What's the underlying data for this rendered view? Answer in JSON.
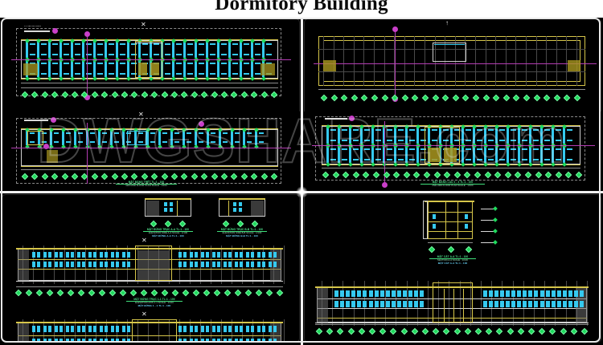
{
  "page": {
    "title": "Dormitory Building",
    "background": "#ffffff",
    "sheet_background": "#000000",
    "frame_color": "#e9e9e9"
  },
  "watermark": {
    "text": "DWGSHARE.com",
    "color": "#e1e1e1",
    "opacity": 0.3
  },
  "colors": {
    "wall_cyan": "#35c9ef",
    "highlight_yellow": "#d6c64a",
    "axis_magenta": "#b43cb4",
    "grid_grey": "#4a4a4a",
    "node_green": "#1fdb5d",
    "text_green": "#3fe07b",
    "line_white": "#d8d8d8"
  },
  "panels": [
    {
      "id": "top-left",
      "name": "upper-floor-plan",
      "drawing_type": "floor-plan",
      "caption": {
        "line1": "MẶT BẰNG LẦU 1  TL:1 - 100",
        "line2": "1ST FLOOR PLAN  SCALE : 1/100",
        "line3": "MẶT BẰNG LẦU 1    TL:1 - 100"
      },
      "label_top_left": "KÝ HIỆU MẶT BẰNG",
      "grid_bubbles": 26,
      "section_marker": "A"
    },
    {
      "id": "top-right",
      "name": "roof-plan",
      "drawing_type": "roof-plan",
      "caption": {
        "line1": "MẶT BẰNG MÁI  TL:1 - 100",
        "line2": "ROOF PLAN  SCALE : 1/100",
        "line3": "MẶT BẰNG MÁI   TL:1 - 100"
      },
      "grid_bubbles": 26,
      "section_marker": "B"
    },
    {
      "id": "mid-left",
      "name": "ground-floor-plan",
      "drawing_type": "floor-plan",
      "caption": {
        "line1": "MẶT BẰNG TRỆT  TL:1 - 100",
        "line2": "GROUND FLOOR PLAN  SCALE : 1/100",
        "line3": "MẶT BẰNG TRỆT   TL:1 - 100"
      },
      "grid_bubbles": 26
    },
    {
      "id": "mid-right",
      "name": "typical-floor-plan",
      "drawing_type": "floor-plan",
      "caption": {
        "line1": "MẶT BẰNG LẦU 2 - 3  TL:1 - 100",
        "line2": "2ND-3RD FLOOR PLAN  SCALE : 1/100",
        "line3": "MẶT BẰNG LẦU 2-3   TL:1 - 100"
      },
      "grid_bubbles": 26
    },
    {
      "id": "bottom-left",
      "name": "elevations-sheet",
      "drawing_type": "elevation",
      "details": [
        {
          "name": "side-elevation-axis-a-a",
          "caption": {
            "line1": "MẶT ĐỨNG TRỤC A-A  TL:1 - 100",
            "line2": "ELEVATION SIDE A-A  SCALE : 1/100",
            "line3": "MẶT ĐỨNG A-A    TL:1 - 100"
          }
        },
        {
          "name": "side-elevation-axis-b-b",
          "caption": {
            "line1": "MẶT ĐỨNG TRỤC B-B  TL:1 - 100",
            "line2": "ELEVATION SIDE B-B  SCALE : 1/100",
            "line3": "MẶT ĐỨNG B-B    TL:1 - 100"
          }
        },
        {
          "name": "main-front-elevation",
          "caption": {
            "line1": "MẶT ĐỨNG TRỤC 1-1  TL:1 - 100",
            "line2": "ELEVATION AXIS 1-1  SCALE : 1/100",
            "line3": "MẶT ĐỨNG 1 - 1    TL:1 - 100"
          }
        },
        {
          "name": "rear-elevation",
          "caption": {
            "line1": "MẶT ĐỨNG TRỤC 2-2  TL:1 - 100",
            "line2": "ELEVATION AXIS 2-2  SCALE : 1/100",
            "line3": "MẶT ĐỨNG 2 - 2    TL:1 - 100"
          }
        }
      ]
    },
    {
      "id": "bottom-right",
      "name": "section-and-elevation-sheet",
      "drawing_type": "section",
      "details": [
        {
          "name": "building-cross-section",
          "caption": {
            "line1": "MẶT CẮT A-A  TL:1 - 100",
            "line2": "SECTION A-A  SCALE : 1/100",
            "line3": "MẶT CẮT A-A    TL:1 - 100"
          }
        },
        {
          "name": "long-rear-elevation",
          "caption": {
            "line1": "MẶT ĐỨNG TRỤC 3-3  TL:1 - 100",
            "line2": "ELEVATION AXIS 3-3  SCALE : 1/100",
            "line3": "MẶT ĐỨNG 3 - 3    TL:1 - 100"
          }
        }
      ]
    }
  ]
}
